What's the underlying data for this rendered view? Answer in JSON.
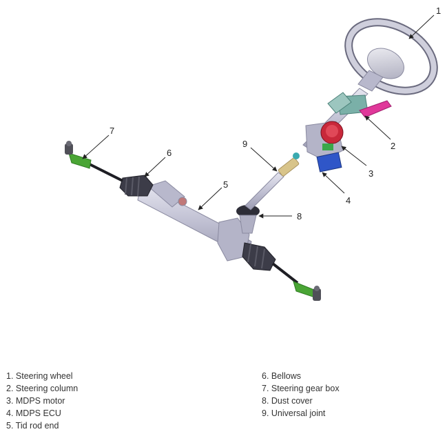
{
  "callouts": [
    "1",
    "2",
    "3",
    "4",
    "5",
    "6",
    "7",
    "8",
    "9"
  ],
  "legend_left": [
    "1. Steering wheel",
    "2. Steering column",
    "3. MDPS motor",
    "4. MDPS ECU",
    "5. Tid rod end"
  ],
  "legend_right": [
    "6. Bellows",
    "7. Steering gear box",
    "8. Dust cover",
    "9. Universal joint"
  ],
  "colors": {
    "metal": "#c9c9d9",
    "metal_dark": "#8a8aa0",
    "boot": "#3c3c48",
    "tie_rod_end": "#4aa535",
    "motor": "#c8283a",
    "ecu": "#2f56c8",
    "bracket": "#7ab0a8",
    "connector": "#e0389a",
    "text": "#333333"
  }
}
